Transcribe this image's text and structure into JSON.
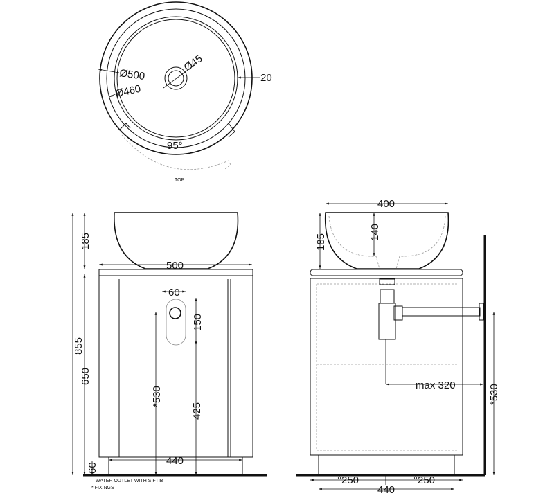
{
  "top_view": {
    "label": "TOP",
    "dims": {
      "outer_diameter": "Ø500",
      "inner_diameter": "Ø460",
      "drain_diameter": "Ø45",
      "rim": "20",
      "angle": "95°"
    }
  },
  "front_view": {
    "dims": {
      "total_height": "855",
      "basin_height": "185",
      "cabinet_height": "650",
      "leg_height": "60",
      "top_width": "500",
      "leg_span": "440",
      "outlet_width": "60",
      "outlet_height": "150",
      "fixing_height": "*530",
      "outlet_floor": "425"
    },
    "notes": [
      "WATER OUTLET WITH SIFTIB",
      "* FIXINGS"
    ]
  },
  "side_view": {
    "dims": {
      "basin_depth": "400",
      "basin_height": "185",
      "bowl_depth": "140",
      "trap_reach": "max 320",
      "fixing_height": "*530",
      "left_leg": "°250",
      "right_leg": "°250",
      "leg_span": "440"
    }
  }
}
